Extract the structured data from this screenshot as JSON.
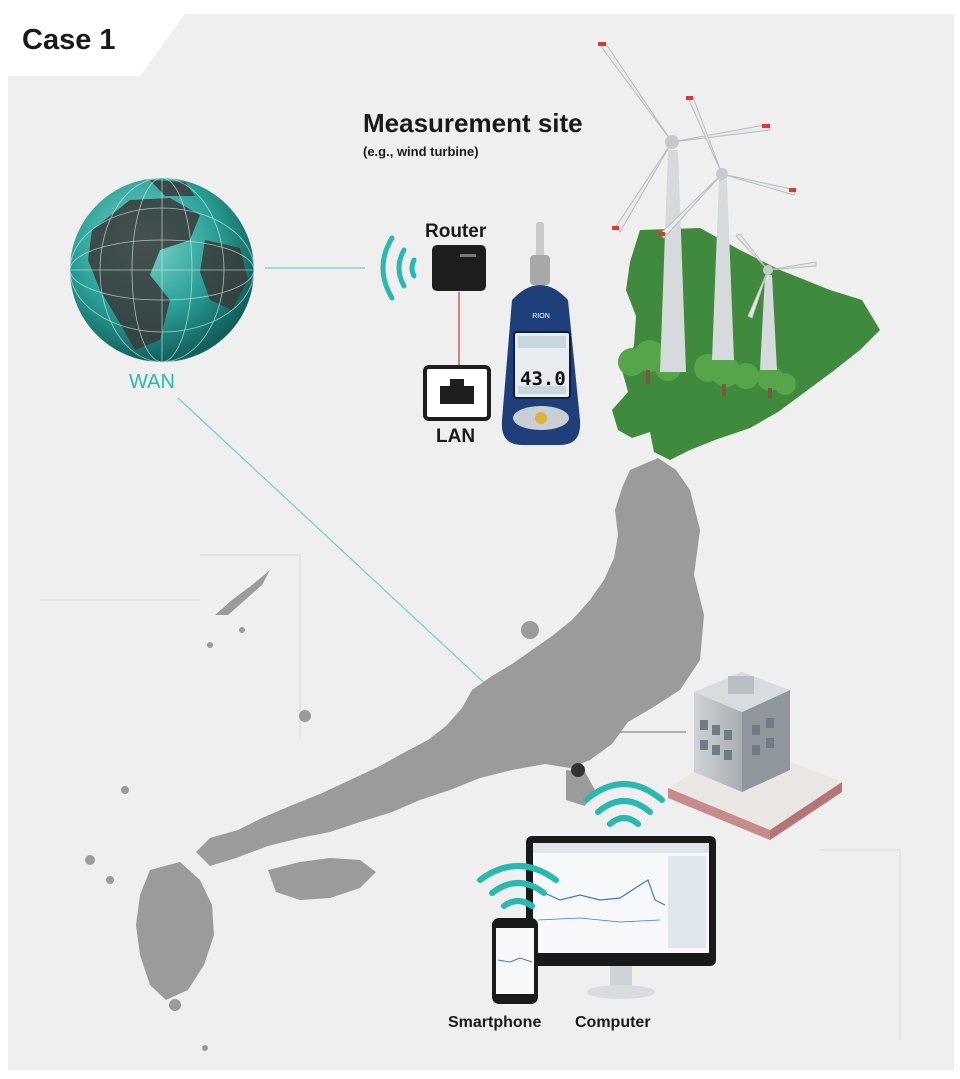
{
  "case_label": "Case 1",
  "site": {
    "title": "Measurement site",
    "subtitle": "(e.g., wind turbine)"
  },
  "network": {
    "router_label": "Router",
    "lan_label": "LAN",
    "wan_label": "WAN"
  },
  "meter": {
    "reading": "43.0"
  },
  "devices": {
    "smartphone_label": "Smartphone",
    "computer_label": "Computer"
  },
  "colors": {
    "background": "#efefef",
    "map_gray": "#9b9b9b",
    "hokkaido_green": "#3f8a3c",
    "teal_accent": "#2bb8b0",
    "meter_blue": "#1f3f7a"
  },
  "icons": [
    "globe-icon",
    "wifi-icon",
    "router-icon",
    "lan-port-icon",
    "sound-level-meter-icon",
    "wind-turbine-icon",
    "office-building-icon",
    "computer-icon",
    "smartphone-icon"
  ]
}
